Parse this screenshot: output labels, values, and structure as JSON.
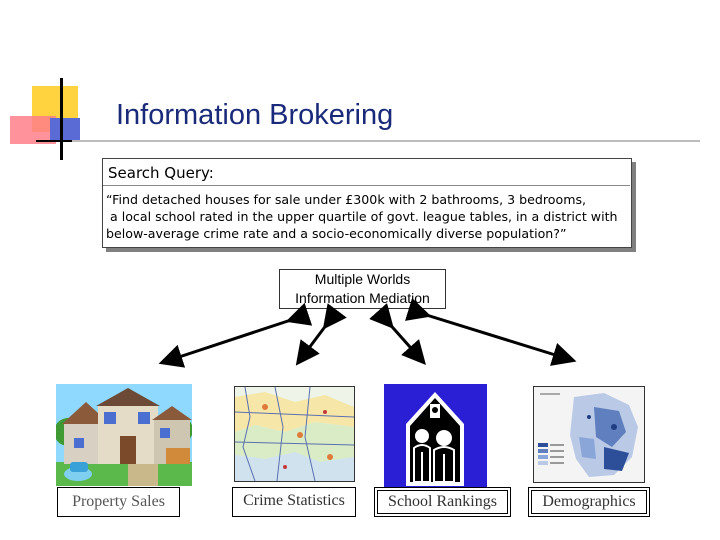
{
  "title": "Information Brokering",
  "query": {
    "label": "Search Query:",
    "lines": [
      "“Find detached houses for sale under £300k with 2 bathrooms, 3 bedrooms,",
      " a local school rated in the upper quartile of govt. league tables, in a district with",
      "below-average crime rate and a socio-economically diverse population?”"
    ]
  },
  "mediation": {
    "line1": "Multiple Worlds",
    "line2": "Information Mediation"
  },
  "sources": [
    {
      "label": "Property Sales",
      "icon": "house-illustration"
    },
    {
      "label": "Crime Statistics",
      "icon": "map-icon"
    },
    {
      "label": "School Rankings",
      "icon": "school-people-icon"
    },
    {
      "label": "Demographics",
      "icon": "demographic-map-icon"
    }
  ],
  "colors": {
    "title": "#1a2a7a",
    "school_bg": "#2b1fd6"
  }
}
